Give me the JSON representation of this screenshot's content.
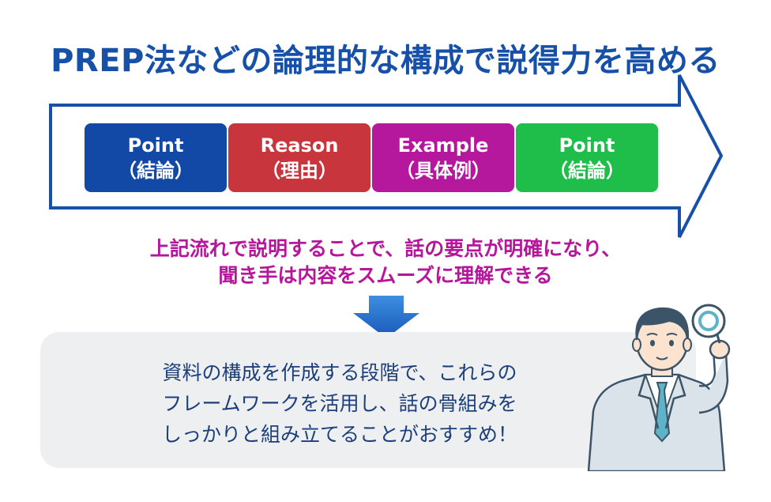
{
  "title": "PREP法などの論理的な構成で説得力を高める",
  "steps": [
    {
      "name": "Point",
      "sub": "（結論）",
      "color": "#1349a6"
    },
    {
      "name": "Reason",
      "sub": "（理由）",
      "color": "#c9353c"
    },
    {
      "name": "Example",
      "sub": "（具体例）",
      "color": "#b5189c"
    },
    {
      "name": "Point",
      "sub": "（結論）",
      "color": "#1fbe4b"
    }
  ],
  "summary": {
    "line1": "上記流れで説明することで、話の要点が明確になり、",
    "line2": "聞き手は内容をスムーズに理解できる"
  },
  "recommendation": {
    "line1": "資料の構成を作成する段階で、これらの",
    "line2": "フレームワークを活用し、話の骨組みを",
    "line3": "しっかりと組み立てることがおすすめ！"
  },
  "colors": {
    "accent_blue": "#1650a8",
    "summary_magenta": "#b6169a"
  }
}
